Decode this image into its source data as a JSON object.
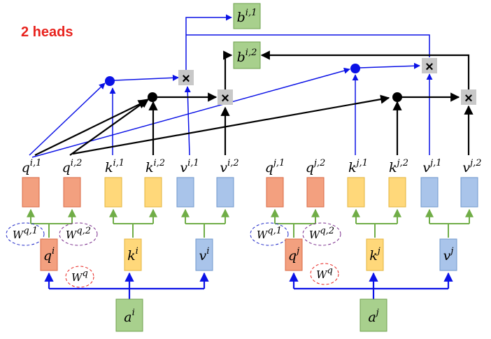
{
  "title": "2 heads",
  "colors": {
    "title": "#e8231e",
    "blue": "#0b12e6",
    "black": "#000000",
    "green_arrow": "#70ad47",
    "q_fill": "#f3a07f",
    "q_stroke": "#d96a45",
    "k_fill": "#ffd87a",
    "k_stroke": "#e3b43e",
    "v_fill": "#a9c4ea",
    "v_stroke": "#6f97cc",
    "green_fill": "#a8d08d",
    "green_stroke": "#6ea14d",
    "mul_fill": "#c8c8c8",
    "wq_split_stroke_1": "#1f28c8",
    "wq_split_stroke_2": "#7a2c8c",
    "wq_stroke": "#e8231e"
  },
  "icons": {
    "multiply": "×"
  },
  "outputs": {
    "b_i1": {
      "base": "b",
      "sup": "i,1"
    },
    "b_i2": {
      "base": "b",
      "sup": "i,2"
    }
  },
  "head_i": {
    "q1": {
      "base": "q",
      "sup": "i,1"
    },
    "q2": {
      "base": "q",
      "sup": "i,2"
    },
    "k1": {
      "base": "k",
      "sup": "i,1"
    },
    "k2": {
      "base": "k",
      "sup": "i,2"
    },
    "v1": {
      "base": "v",
      "sup": "i,1"
    },
    "v2": {
      "base": "v",
      "sup": "i,2"
    },
    "q": {
      "base": "q",
      "sup": "i"
    },
    "k": {
      "base": "k",
      "sup": "i"
    },
    "v": {
      "base": "v",
      "sup": "i"
    },
    "a": {
      "base": "a",
      "sup": "i"
    },
    "wq1": {
      "base": "W",
      "sup": "q,1"
    },
    "wq2": {
      "base": "W",
      "sup": "q,2"
    },
    "wq": {
      "base": "W",
      "sup": "q"
    }
  },
  "head_j": {
    "q1": {
      "base": "q",
      "sup": "j,1"
    },
    "q2": {
      "base": "q",
      "sup": "j,2"
    },
    "k1": {
      "base": "k",
      "sup": "j,1"
    },
    "k2": {
      "base": "k",
      "sup": "j,2"
    },
    "v1": {
      "base": "v",
      "sup": "j,1"
    },
    "v2": {
      "base": "v",
      "sup": "j,2"
    },
    "q": {
      "base": "q",
      "sup": "j"
    },
    "k": {
      "base": "k",
      "sup": "j"
    },
    "v": {
      "base": "v",
      "sup": "j"
    },
    "a": {
      "base": "a",
      "sup": "j"
    },
    "wq1": {
      "base": "W",
      "sup": "q,1"
    },
    "wq2": {
      "base": "W",
      "sup": "q,2"
    },
    "wq": {
      "base": "W",
      "sup": "q"
    }
  }
}
